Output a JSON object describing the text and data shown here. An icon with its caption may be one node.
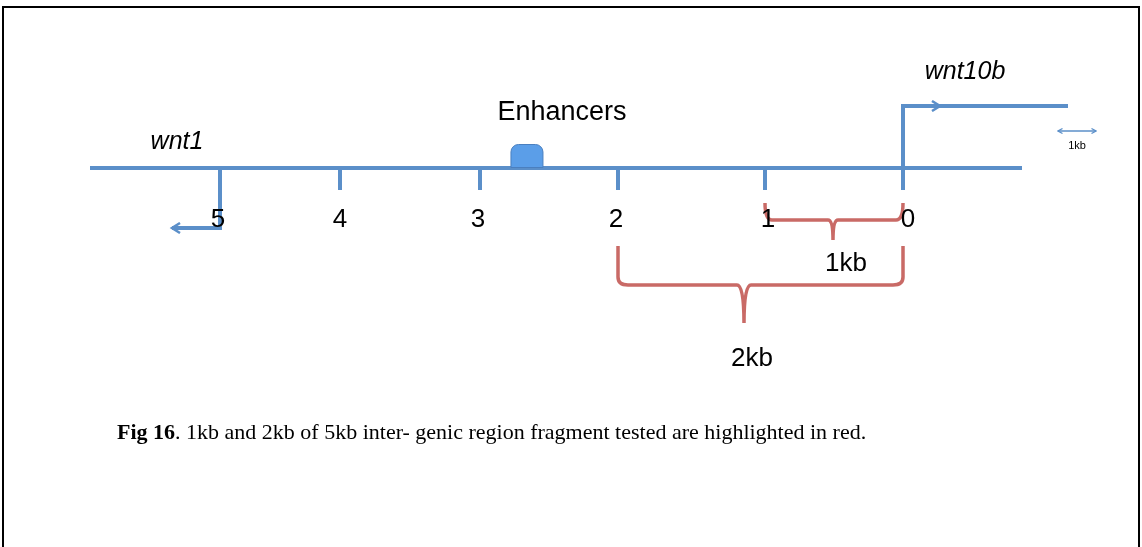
{
  "diagram": {
    "caption": "**Fig 16**. 1kb and 2kb of 5kb inter- genic region fragment tested are highlighted in red.",
    "nodes": [
      {
        "text": [
          "Enhancers"
        ]
      }
    ],
    "labels": [
      "wnt10b",
      "1kb",
      "wnt1",
      "5",
      "4",
      "3",
      "2",
      "1",
      "0",
      "1kb",
      "2kb"
    ]
  }
}
